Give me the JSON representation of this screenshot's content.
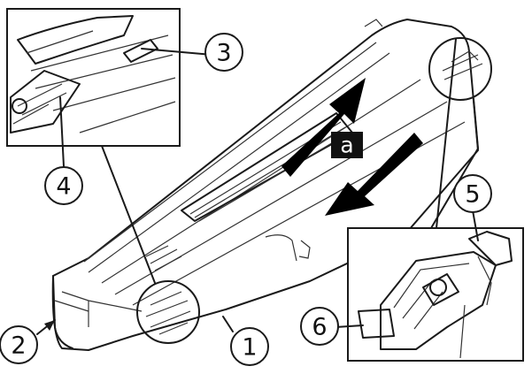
{
  "callouts": {
    "c1": "1",
    "c2": "2",
    "c3": "3",
    "c4": "4",
    "c5": "5",
    "c6": "6"
  },
  "direction_marker": "a",
  "icons": {
    "arrow_forward": "arrow-up-right-icon",
    "arrow_back": "arrow-down-left-icon"
  },
  "colors": {
    "line": "#1a1a1a",
    "arrow_fill": "#000000",
    "marker_bg": "#111111",
    "background": "#ffffff"
  }
}
